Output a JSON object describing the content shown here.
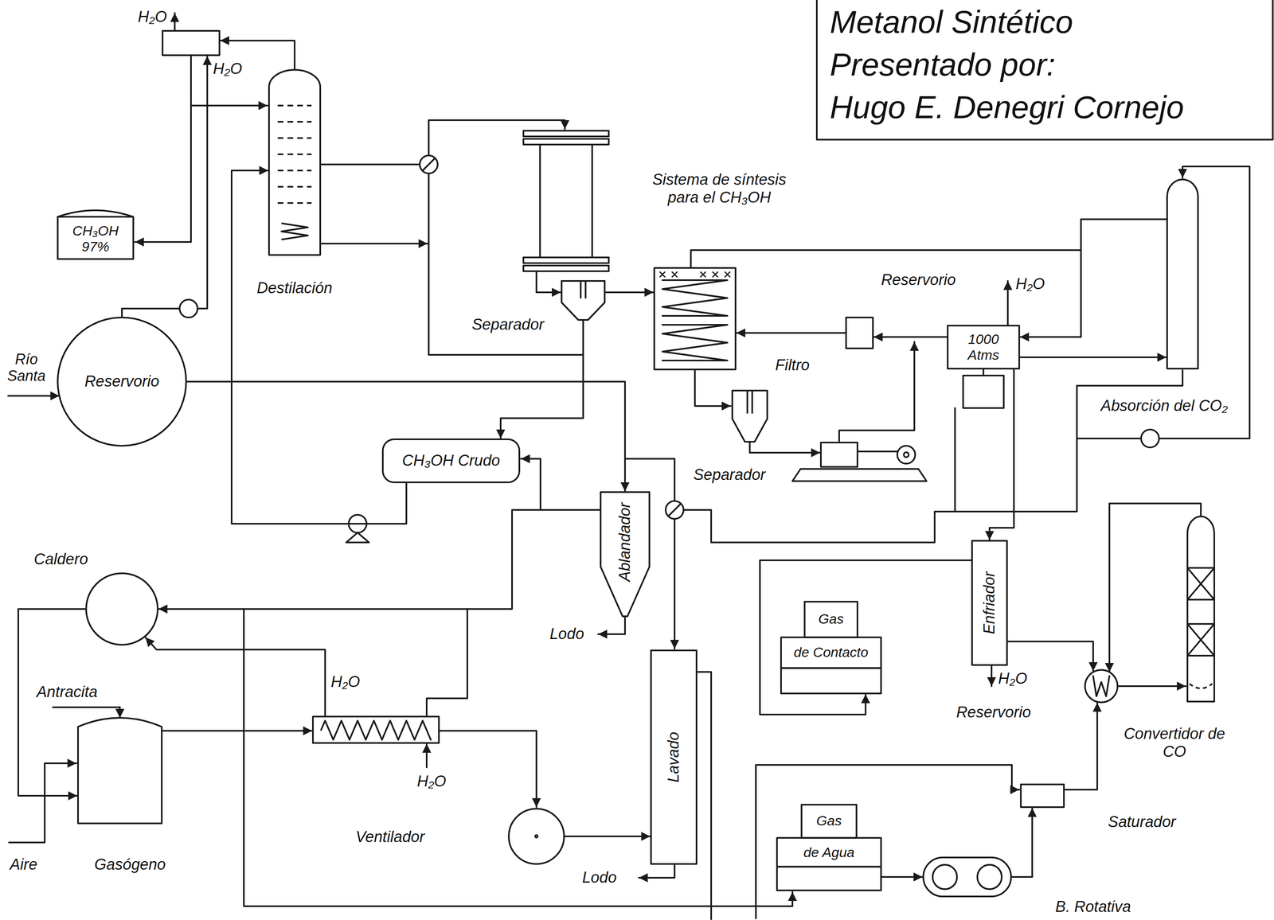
{
  "diagram": {
    "title": "Metanol Sintético",
    "nodes": [
      {
        "text": [
          "Destilación"
        ]
      },
      {
        "text": [
          "Sistema de síntesis para el CH₃OH"
        ]
      },
      {
        "text": [
          "Absorción del CO₂"
        ]
      },
      {
        "text": [
          "CH₃OH 97%"
        ]
      },
      {
        "text": [
          "Separador"
        ]
      },
      {
        "text": [
          "Reservorio"
        ]
      },
      {
        "text": [
          "Filtro"
        ]
      },
      {
        "text": [
          "1000 Atms"
        ]
      },
      {
        "text": [
          "Separador"
        ]
      },
      {
        "text": [
          "CH₃OH Crudo"
        ]
      },
      {
        "text": [
          "Ablandador"
        ]
      },
      {
        "text": [
          "Convertidor de CO"
        ]
      },
      {
        "text": [
          "Enfriador"
        ]
      },
      {
        "text": [
          "Caldero"
        ]
      },
      {
        "text": [
          "Gas",
          "de Contacto"
        ]
      },
      {
        "text": [
          "Lavado"
        ]
      },
      {
        "text": [
          "Gasógeno"
        ]
      },
      {
        "text": [
          "Saturador"
        ]
      },
      {
        "text": [
          "Gas",
          "de Agua"
        ]
      },
      {
        "text": [
          "Ventilador"
        ]
      },
      {
        "text": [
          "B. Rotativa"
        ]
      }
    ],
    "edges": [
      {
        "from": 13,
        "to": 16,
        "arrow": "to"
      },
      {
        "from": 19,
        "to": 15,
        "arrow": "to"
      },
      {
        "from": 10,
        "to": 13,
        "arrow": "to"
      },
      {
        "from": 5,
        "to": 10,
        "arrow": "to"
      },
      {
        "from": 9,
        "to": 0,
        "arrow": "to"
      },
      {
        "from": 4,
        "to": 9,
        "arrow": "to"
      },
      {
        "from": 7,
        "to": 6,
        "arrow": "to"
      },
      {
        "from": 2,
        "to": 7,
        "arrow": "to"
      },
      {
        "from": 7,
        "to": 2,
        "arrow": "to"
      },
      {
        "from": 12,
        "to": 14,
        "arrow": "to"
      },
      {
        "from": 7,
        "to": 12,
        "arrow": "to"
      },
      {
        "from": 20,
        "to": 17,
        "arrow": "to"
      },
      {
        "from": 18,
        "to": 20,
        "arrow": "to"
      },
      {
        "from": 1,
        "to": 4,
        "arrow": "to"
      }
    ],
    "labels": [
      "Presentado por:",
      "Hugo E. Denegri Cornejo",
      "H₂O",
      "H₂O",
      "Río Santa",
      "Reservorio",
      "H₂O",
      "Lodo",
      "H₂O",
      "Antracita",
      "H₂O",
      "Aire",
      "Lodo",
      "H₂O",
      "Reservorio"
    ]
  }
}
